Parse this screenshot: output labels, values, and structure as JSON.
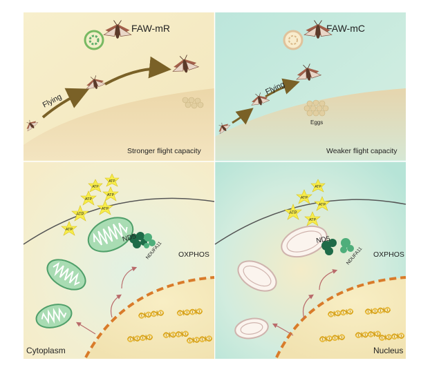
{
  "panels": {
    "left": {
      "strain": "FAW-mR",
      "behavior": "Flying",
      "capacity": "Stronger flight capacity",
      "compartment": "Cytoplasm",
      "protein_a": "ND5",
      "protein_b": "NDUFA11",
      "pathway": "OXPHOS",
      "atp": [
        "ATP",
        "ATP",
        "ATP",
        "ATP",
        "ATP",
        "ATP",
        "ATP"
      ]
    },
    "right": {
      "strain": "FAW-mC",
      "behavior": "Flying",
      "eggs": "Eggs",
      "capacity": "Weaker flight capacity",
      "compartment": "Nucleus",
      "protein_a": "ND5",
      "protein_b": "NDUFA11",
      "pathway": "OXPHOS",
      "atp": [
        "ATP",
        "ATP",
        "ATP",
        "ATP",
        "ATP"
      ]
    }
  },
  "colors": {
    "left_bg_top": "#f6edc6",
    "right_bg_top": "#bfe6da",
    "ground": "#ead2a2",
    "arrow_brown": "#7a6127",
    "mito_healthy": "#79c08f",
    "mito_weak": "#d9c5c2",
    "nucleus_dash": "#d97b2a",
    "protein": "#2f8d5b",
    "atp": "#f7ec4a"
  }
}
